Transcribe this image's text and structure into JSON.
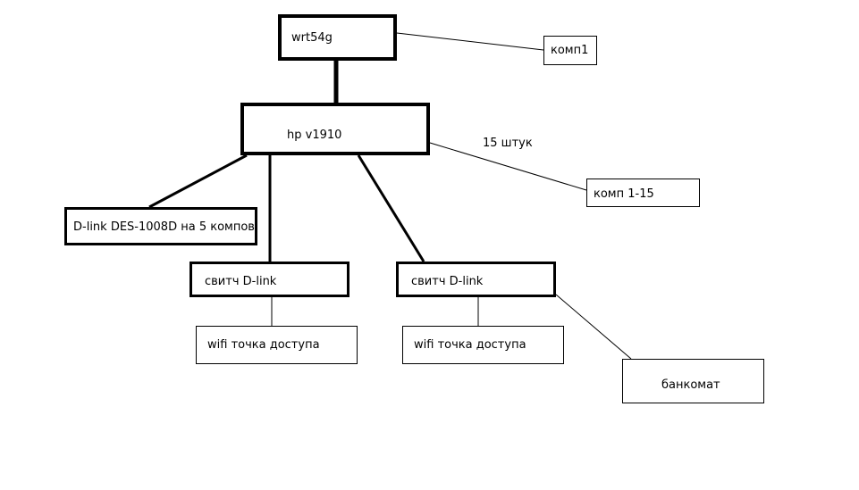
{
  "diagram": {
    "nodes": [
      {
        "id": "wrt54g",
        "label": "wrt54g"
      },
      {
        "id": "hp",
        "label": "hp v1910"
      },
      {
        "id": "komp1",
        "label": "комп1"
      },
      {
        "id": "komp115",
        "label": "комп 1-15"
      },
      {
        "id": "dlink5",
        "label": "D-link DES-1008D на 5 компов"
      },
      {
        "id": "switch1",
        "label": "свитч D-link"
      },
      {
        "id": "switch2",
        "label": "свитч D-link"
      },
      {
        "id": "wifi1",
        "label": "wifi точка доступа"
      },
      {
        "id": "wifi2",
        "label": "wifi точка доступа"
      },
      {
        "id": "atm",
        "label": "банкомат"
      }
    ],
    "edges": [
      {
        "from": "wrt54g",
        "to": "hp",
        "weight": "thick"
      },
      {
        "from": "wrt54g",
        "to": "komp1",
        "weight": "thin"
      },
      {
        "from": "hp",
        "to": "komp115",
        "weight": "thin",
        "label": "15 штук"
      },
      {
        "from": "hp",
        "to": "dlink5",
        "weight": "medium"
      },
      {
        "from": "hp",
        "to": "switch1",
        "weight": "medium"
      },
      {
        "from": "hp",
        "to": "switch2",
        "weight": "medium"
      },
      {
        "from": "switch1",
        "to": "wifi1",
        "weight": "thin"
      },
      {
        "from": "switch2",
        "to": "wifi2",
        "weight": "thin"
      },
      {
        "from": "switch2",
        "to": "atm",
        "weight": "thin"
      }
    ]
  },
  "colors": {
    "line": "#000000",
    "background": "#ffffff"
  }
}
